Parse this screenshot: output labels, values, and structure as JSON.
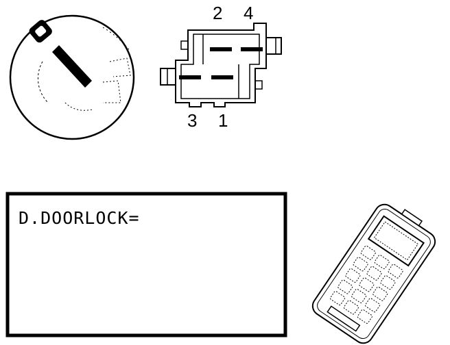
{
  "connector": {
    "pins": [
      {
        "label": "2"
      },
      {
        "label": "4"
      },
      {
        "label": "3"
      },
      {
        "label": "1"
      }
    ]
  },
  "tester_screen": {
    "line1": "D.DOORLOCK="
  },
  "icons": {
    "switch": "ignition-switch-icon",
    "connector": "connector-icon",
    "tester": "handheld-tester-icon"
  }
}
